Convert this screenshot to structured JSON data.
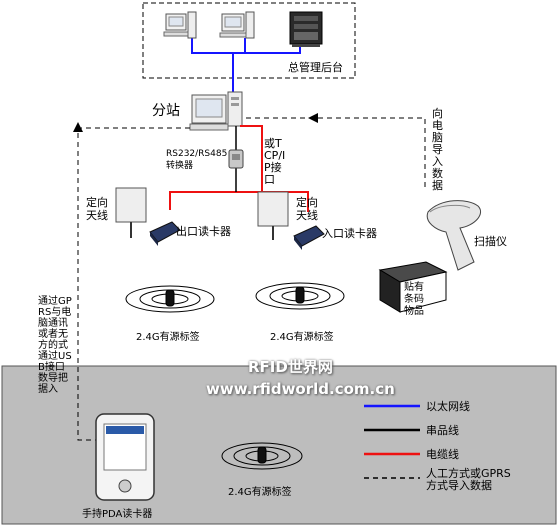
{
  "labels": {
    "management": "总管理后台",
    "substation": "分站",
    "converter": "RS232/RS485\n转换器",
    "tcpip": "或TCP/IP接口",
    "antenna_left": "定向\n天线",
    "antenna_right": "定向\n天线",
    "exit_reader": "出口读卡器",
    "entry_reader": "入口读卡器",
    "tag_left": "2.4G有源标签",
    "tag_right": "2.4G有源标签",
    "tag_bottom": "2.4G有源标签",
    "to_pc": "向电脑导入数据",
    "scanner": "扫描仪",
    "barcode_item": "贴有条码物品",
    "gprs_note": "通过GPRS与电脑通讯或者无方的式通过USB接口数导把据入",
    "pda": "手持PDA读卡器"
  },
  "watermark": {
    "title": "RFID世界网",
    "url": "www.rfidworld.com.cn"
  },
  "legend": [
    {
      "label": "以太网线",
      "color": "#1515ff",
      "style": "solid"
    },
    {
      "label": "串品线",
      "color": "#000000",
      "style": "solid"
    },
    {
      "label": "电缆线",
      "color": "#ee1111",
      "style": "solid"
    },
    {
      "label": "人工方式或GPRS方式导入数据",
      "color": "#000000",
      "style": "dashed"
    }
  ],
  "colors": {
    "ethernet": "#1515ff",
    "serial": "#000000",
    "cable": "#ee1111",
    "bottom_panel": "#bdbdbd"
  }
}
